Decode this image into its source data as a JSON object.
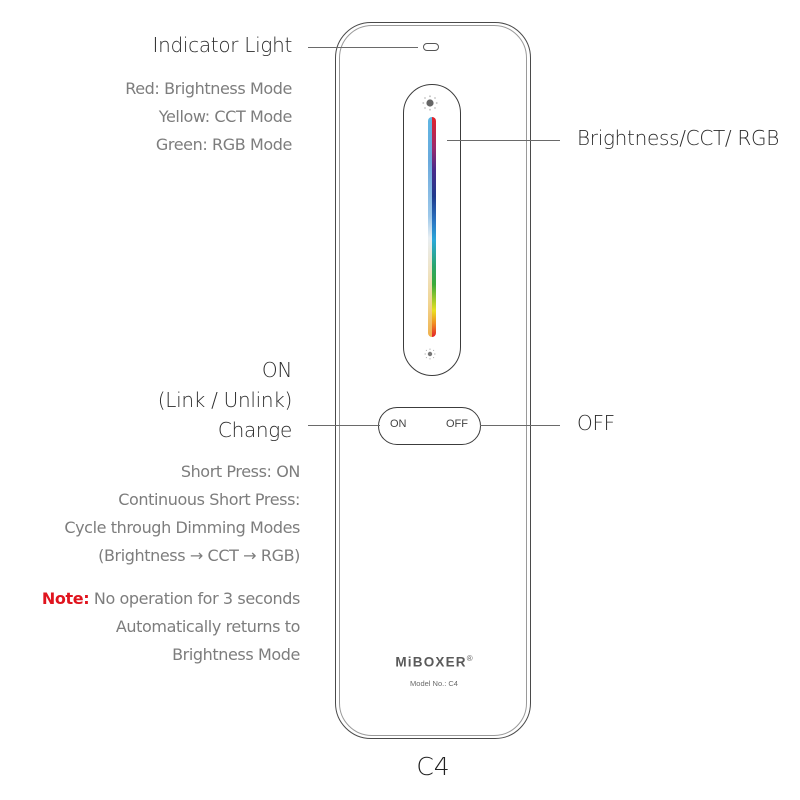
{
  "remote": {
    "model_caption": "C4",
    "brand": "MiBOXER",
    "brand_mark": "®",
    "model_number": "Model No.: C4",
    "buttons": {
      "on_label": "ON",
      "off_label": "OFF"
    },
    "icons": {
      "indicator": "indicator-light-icon",
      "slider_top": "sun-bright-icon",
      "slider_bottom": "sun-dim-icon"
    },
    "slider_colors": {
      "cct_stripe": [
        "#5fb6e3",
        "#9cc8ea",
        "#e8eef2",
        "#efe3c4",
        "#f1d48f",
        "#f0b04a"
      ],
      "rgb_stripe": [
        "#e3222a",
        "#9a2a6c",
        "#1f3a8c",
        "#2a78c4",
        "#2aa56a",
        "#e9e020",
        "#f08a20",
        "#e3222a"
      ]
    }
  },
  "callouts": {
    "indicator_light": {
      "title": "Indicator Light",
      "lines": [
        "Red: Brightness Mode",
        "Yellow: CCT Mode",
        "Green: RGB Mode"
      ]
    },
    "slider": {
      "title": "Brightness/CCT/ RGB"
    },
    "on_button": {
      "title_lines": [
        "ON",
        "(Link / Unlink)",
        "Change"
      ],
      "lines": [
        "Short Press: ON",
        "Continuous Short Press:",
        "Cycle through Dimming Modes",
        "(Brightness → CCT → RGB)"
      ],
      "note_label": "Note:",
      "note_lines": [
        "No operation for 3 seconds",
        "Automatically returns to",
        "Brightness Mode"
      ]
    },
    "off_button": {
      "title": "OFF"
    }
  },
  "colors": {
    "note_red": "#e0141e",
    "label_dark": "#2b2b2b",
    "label_grey": "#7d7d7d",
    "outline": "#3c3c3c"
  }
}
